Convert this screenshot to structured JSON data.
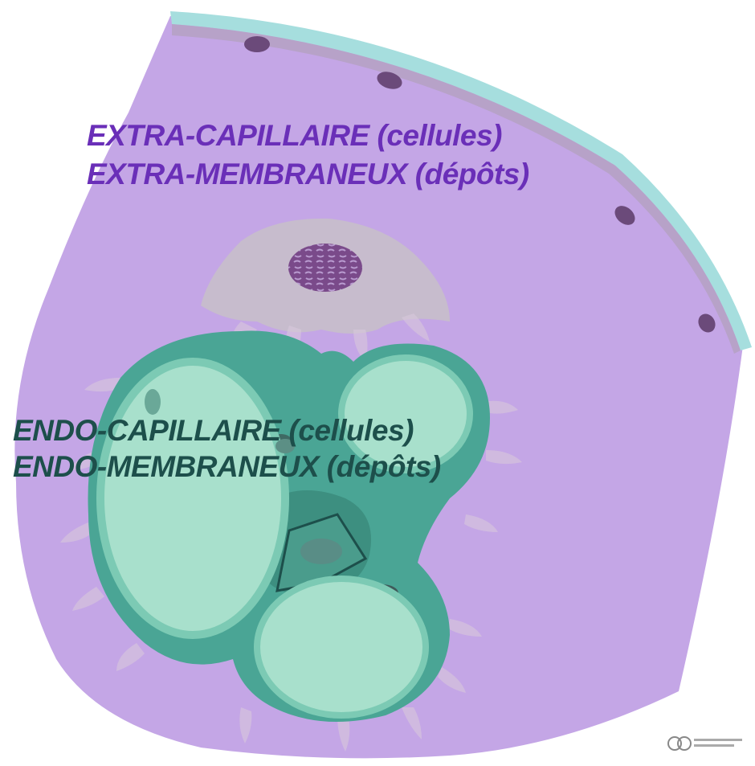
{
  "labels": {
    "extra": {
      "line1": "EXTRA-CAPILLAIRE (cellules)",
      "line2": "EXTRA-MEMBRANEUX (dépôts)"
    },
    "endo": {
      "line1": "ENDO-CAPILLAIRE (cellules)",
      "line2": "ENDO-MEMBRANEUX (dépôts)"
    }
  },
  "colors": {
    "extra_text": "#6a2fb8",
    "endo_text": "#1d4f4b",
    "background_space": "#c4a6e6",
    "capsule": "#a6dede",
    "capillary_wall": "#4aa595",
    "capillary_lumen": "#a8e0cc",
    "podocyte": "#c8c0c8",
    "nucleus": "#7a4a8a"
  }
}
